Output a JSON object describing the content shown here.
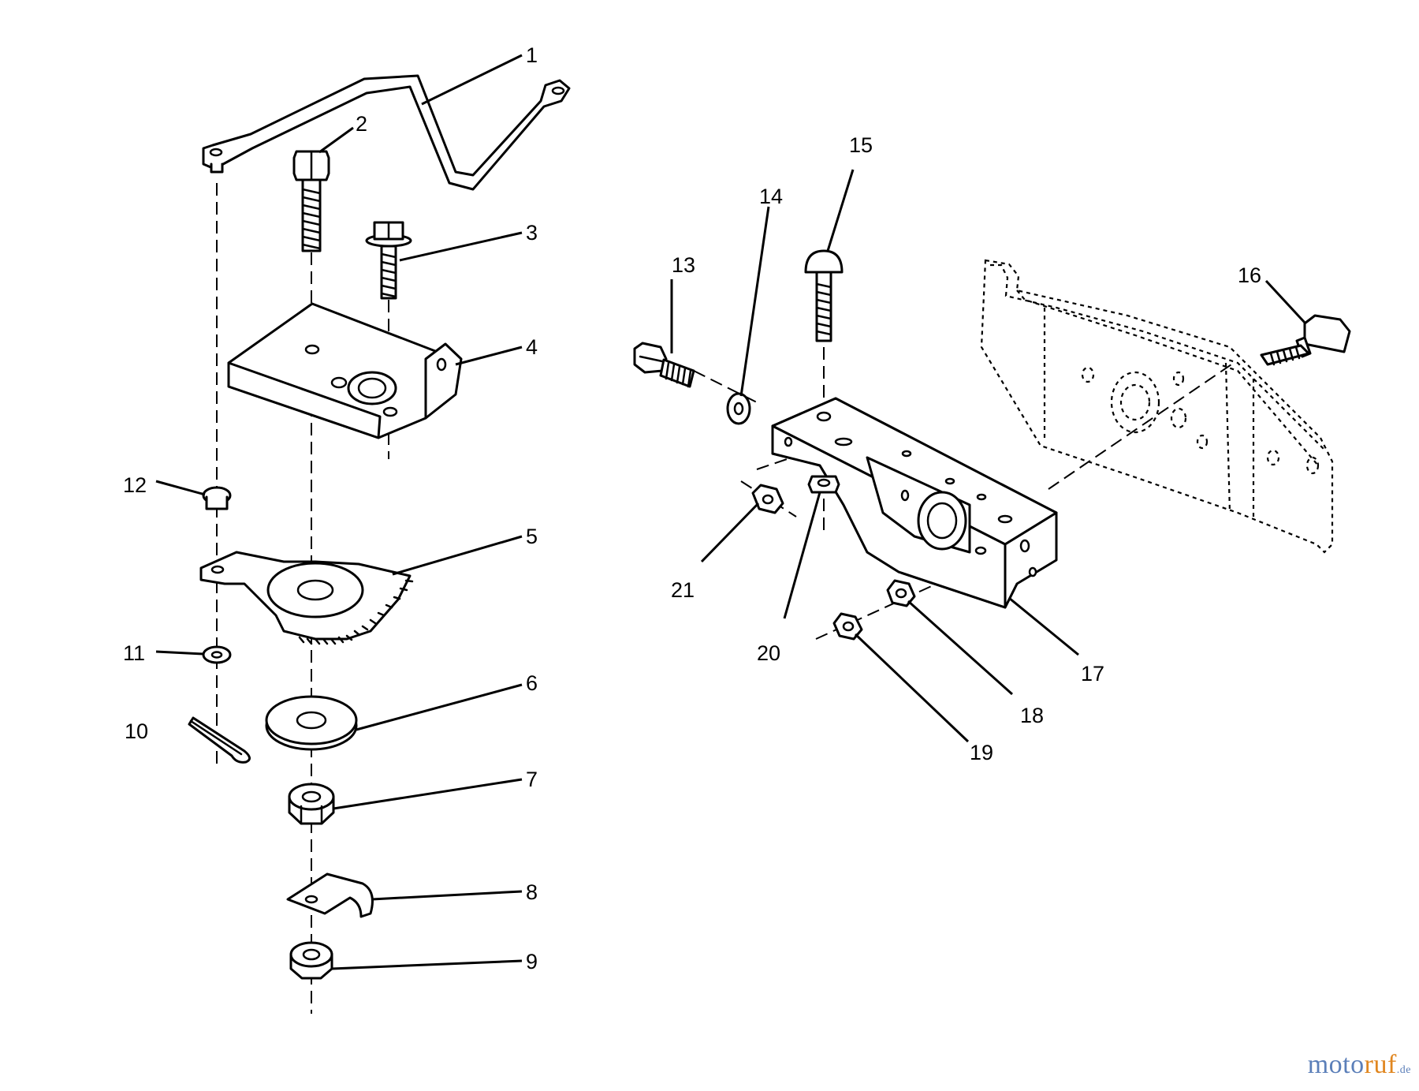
{
  "callouts": [
    "1",
    "2",
    "3",
    "4",
    "5",
    "6",
    "7",
    "8",
    "9",
    "10",
    "11",
    "12",
    "13",
    "14",
    "15",
    "16",
    "17",
    "18",
    "19",
    "20",
    "21"
  ],
  "watermark": {
    "part1": "moto",
    "part2": "ruf",
    "part3": ".de"
  }
}
